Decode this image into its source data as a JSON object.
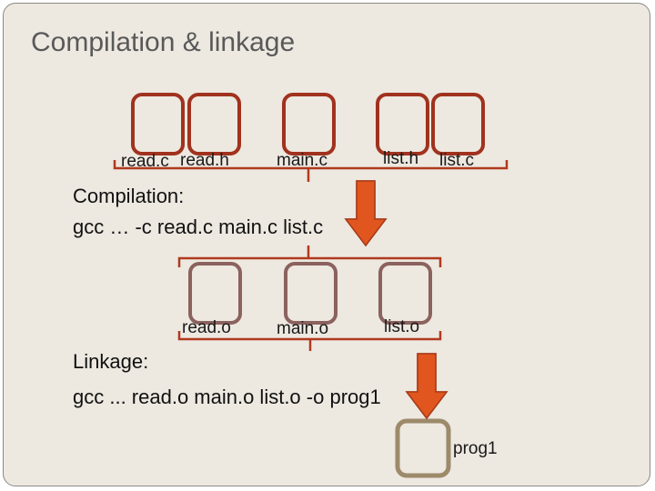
{
  "slide_title": "Compilation & linkage",
  "sources": [
    "read.c",
    "read.h",
    "main.c",
    "list.h",
    "list.c"
  ],
  "compilation": {
    "heading": "Compilation:",
    "command": "gcc … -c read.c main.c list.c"
  },
  "objects": [
    "read.o",
    "main.o",
    "list.o"
  ],
  "linkage": {
    "heading": "Linkage:",
    "command": "gcc ... read.o main.o list.o -o prog1"
  },
  "output": "prog1",
  "colors": {
    "source_box": "#a0321e",
    "object_box": "#8b625e",
    "output_box": "#9c8a6a",
    "bracket": "#b03a1e",
    "arrow_fill": "#e0561e",
    "arrow_stroke": "#a83a1a"
  }
}
